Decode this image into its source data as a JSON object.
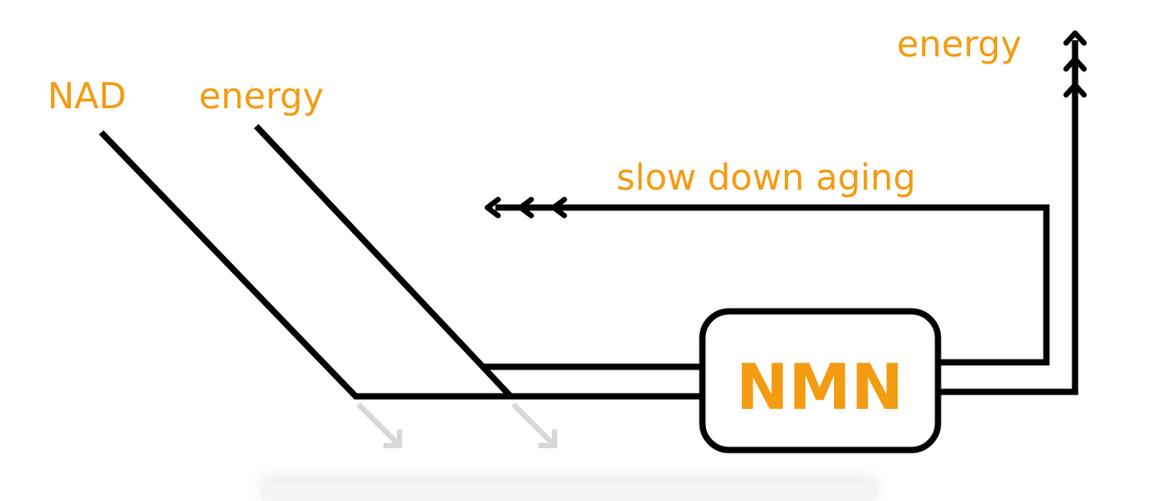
{
  "labels": {
    "nad": "NAD",
    "energy_in": "energy",
    "slow_down_aging": "slow down aging",
    "energy_out": "energy",
    "nmn": "NMN"
  },
  "colors": {
    "accent": "#f39c12",
    "line": "#000000",
    "ghost_arrow": "#d8d8d8",
    "background": "#ffffff"
  }
}
